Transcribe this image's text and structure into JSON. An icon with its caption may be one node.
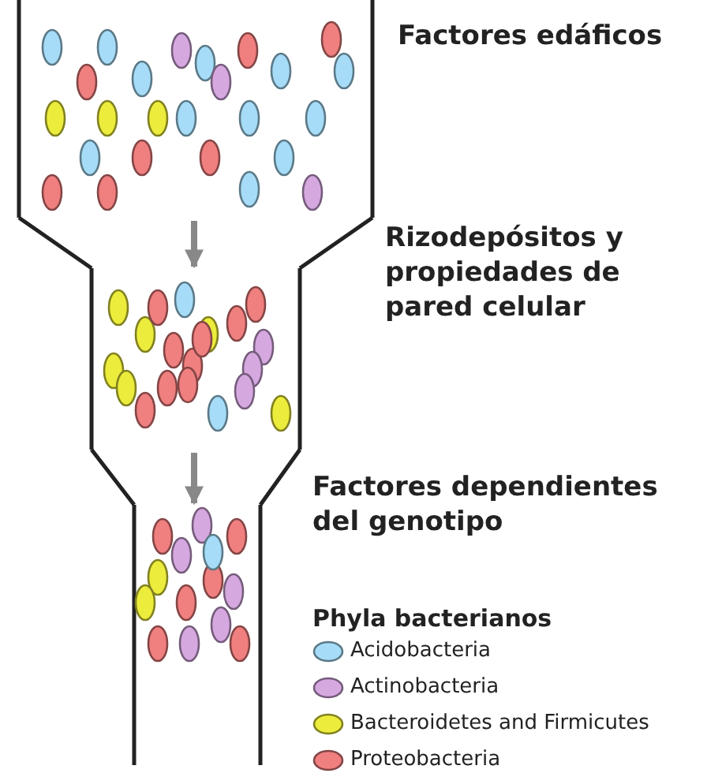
{
  "diagram": {
    "nodes": [
      {
        "text": [
          "Factores edáficos"
        ]
      },
      {
        "text": [
          "Rizodepósitos y propiedades de pared celular"
        ]
      },
      {
        "text": [
          "Factores dependientes del genotipo"
        ]
      }
    ],
    "edges": [
      {
        "from": 0,
        "to": 1,
        "arrow": "to"
      },
      {
        "from": 1,
        "to": 2,
        "arrow": "to"
      }
    ],
    "labels": [
      "Phyla bacterianos"
    ],
    "legend": [
      {
        "text": "Acidobacteria",
        "color": "#a6dcf7"
      },
      {
        "text": "Actinobacteria",
        "color": "#d6a8e0"
      },
      {
        "text": "Bacteroidetes and Firmicutes",
        "color": "#ecec3c"
      },
      {
        "text": "Proteobacteria",
        "color": "#f07f7f"
      }
    ]
  }
}
